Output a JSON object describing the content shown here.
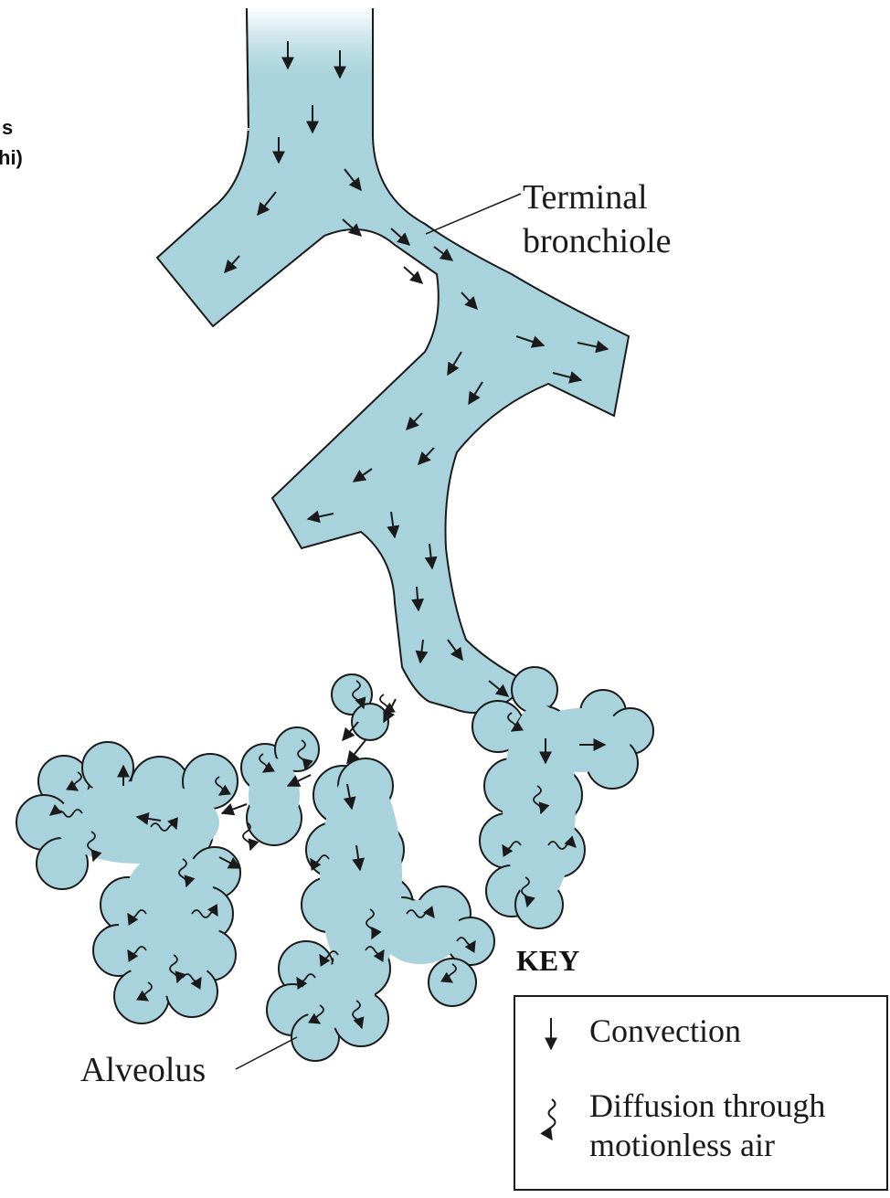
{
  "left_edge_labels": {
    "line1": "s",
    "line2": "hi)"
  },
  "labels": {
    "terminal_bronchiole_line1": "Terminal",
    "terminal_bronchiole_line2": "bronchiole",
    "alveolus": "Alveolus"
  },
  "key": {
    "title": "KEY",
    "convection": "Convection",
    "diffusion_line1": "Diffusion through",
    "diffusion_line2": "motionless air"
  },
  "colors": {
    "airway_fill": "#a9d3dc",
    "outline": "#1a1a1a",
    "background": "#ffffff"
  },
  "icons": {
    "convection": "straight-arrow-icon",
    "diffusion": "squiggle-arrow-icon"
  }
}
